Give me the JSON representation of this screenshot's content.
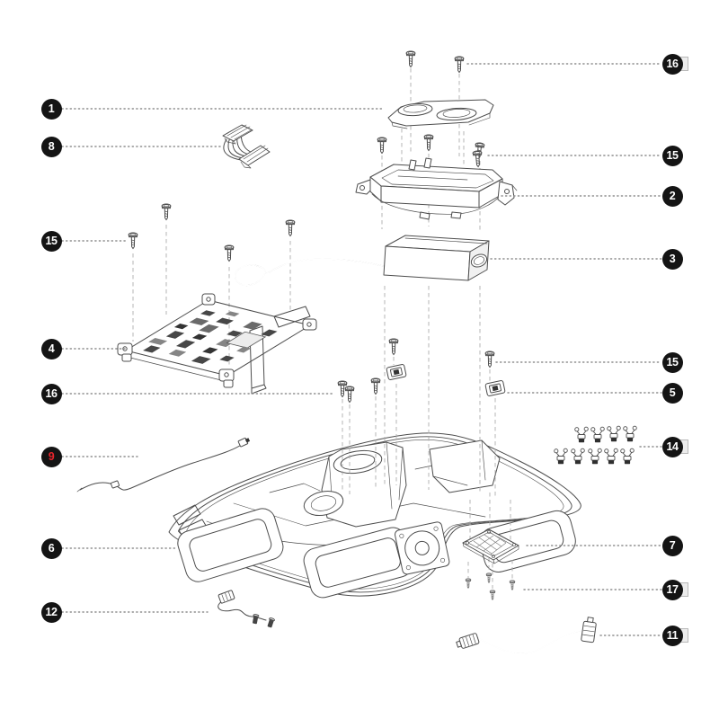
{
  "diagram": {
    "kind": "exploded-parts-diagram",
    "background": "#ffffff"
  },
  "colors": {
    "callout_bg": "#141414",
    "callout_text": "#ffffff",
    "highlight_text": "#e8252c",
    "leader_dots": "#8f8f8f",
    "guide_dash": "#aeaeae",
    "artwork_line": "#4d4d4d"
  },
  "callouts": [
    {
      "label": "1",
      "side": "left",
      "highlighted": false
    },
    {
      "label": "8",
      "side": "left",
      "highlighted": false
    },
    {
      "label": "15",
      "side": "left",
      "highlighted": false
    },
    {
      "label": "4",
      "side": "left",
      "highlighted": false
    },
    {
      "label": "16",
      "side": "left",
      "highlighted": false
    },
    {
      "label": "9",
      "side": "left",
      "highlighted": true
    },
    {
      "label": "6",
      "side": "left",
      "highlighted": false
    },
    {
      "label": "12",
      "side": "left",
      "highlighted": false
    },
    {
      "label": "16",
      "side": "right",
      "highlighted": false
    },
    {
      "label": "15",
      "side": "right",
      "highlighted": false
    },
    {
      "label": "2",
      "side": "right",
      "highlighted": false
    },
    {
      "label": "3",
      "side": "right",
      "highlighted": false
    },
    {
      "label": "15",
      "side": "right",
      "highlighted": false
    },
    {
      "label": "5",
      "side": "right",
      "highlighted": false
    },
    {
      "label": "14",
      "side": "right",
      "highlighted": false
    },
    {
      "label": "7",
      "side": "right",
      "highlighted": false
    },
    {
      "label": "17",
      "side": "right",
      "highlighted": false
    },
    {
      "label": "11",
      "side": "right",
      "highlighted": false
    }
  ]
}
